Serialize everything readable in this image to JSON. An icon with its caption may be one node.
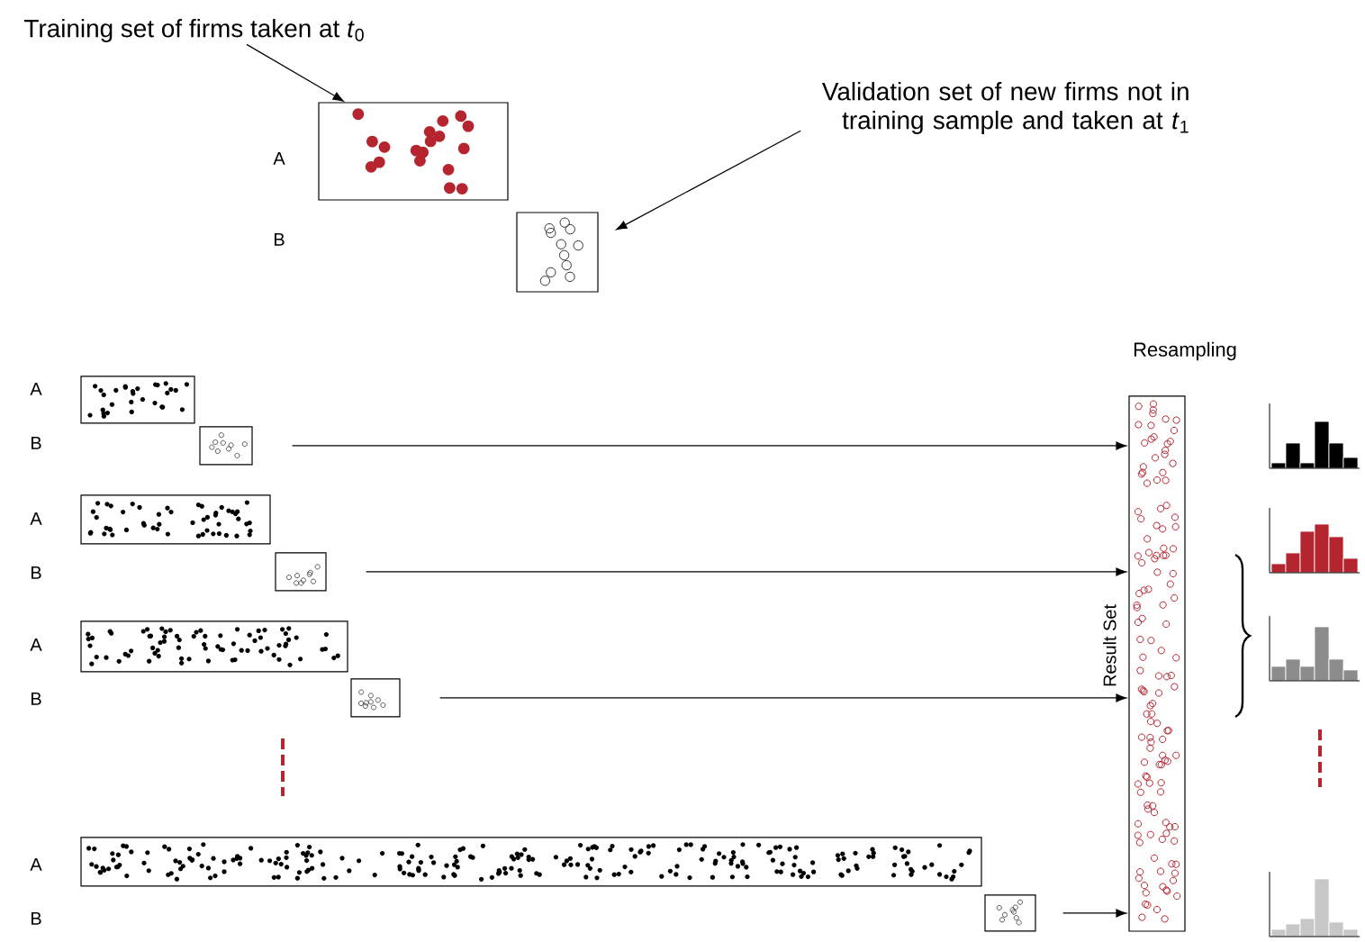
{
  "diagram": {
    "nodes": [
      {
        "text": [
          "Training set of firms taken at *t*$_{0}$"
        ]
      },
      {
        "text": [
          "Validation set of new firms not in training sample and taken at *t*$_{1}$"
        ]
      },
      {
        "text": [],
        "shape": "box"
      },
      {
        "text": [],
        "shape": "box"
      },
      {
        "text": [],
        "shape": "box"
      },
      {
        "text": [],
        "shape": "box"
      },
      {
        "text": [],
        "shape": "box"
      },
      {
        "text": [],
        "shape": "box"
      },
      {
        "text": [],
        "shape": "box"
      },
      {
        "text": [],
        "shape": "box"
      },
      {
        "text": [],
        "shape": "box"
      },
      {
        "text": [],
        "shape": "box"
      },
      {
        "text": [
          "Result Set"
        ]
      }
    ],
    "edges": [
      {
        "from": 0,
        "to": 2,
        "arrow": "to"
      },
      {
        "from": 1,
        "to": 3,
        "arrow": "to"
      },
      {
        "from": 5,
        "to": 12,
        "arrow": "to"
      },
      {
        "from": 7,
        "to": 12,
        "arrow": "to"
      },
      {
        "from": 9,
        "to": 12,
        "arrow": "to"
      },
      {
        "from": 11,
        "to": 12,
        "arrow": "to"
      }
    ],
    "labels": [
      "A",
      "B",
      "Resampling",
      "A",
      "B",
      "A",
      "B",
      "A",
      "B",
      "A",
      "B"
    ]
  }
}
